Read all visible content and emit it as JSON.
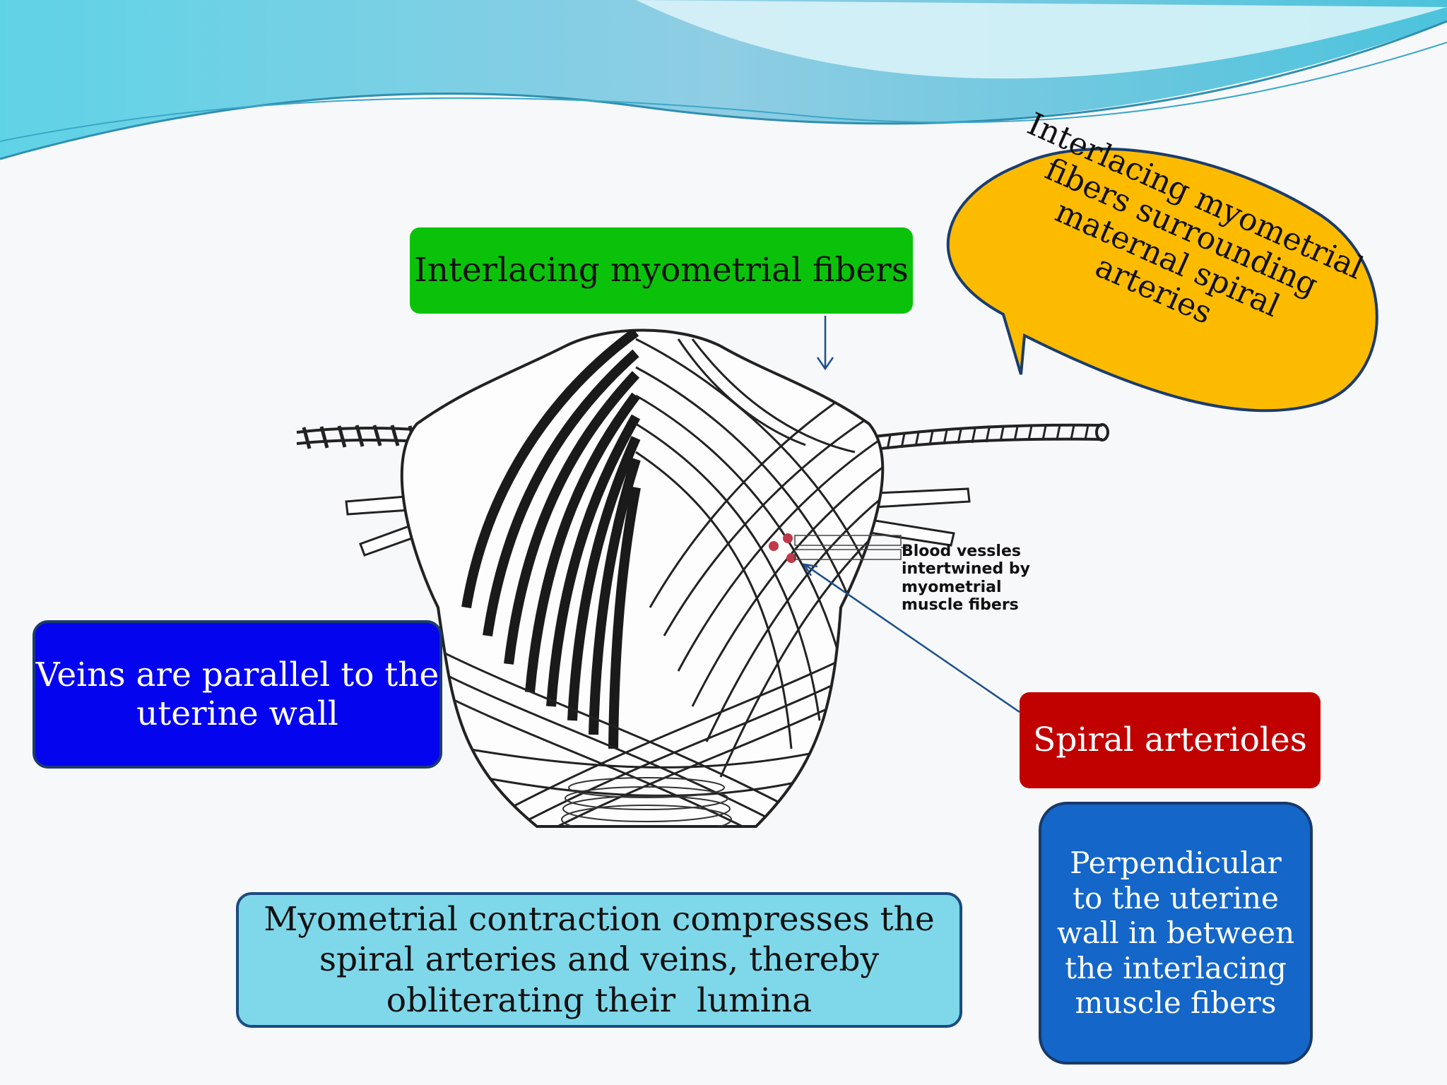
{
  "boxes": {
    "interlacing_fibers": "Interlacing myometrial fibers",
    "veins_parallel": "Veins are parallel to the uterine wall",
    "spiral_arterioles": "Spiral arterioles",
    "perpendicular": "Perpendicular to the uterine wall in between the interlacing muscle fibers",
    "contraction": "Myometrial contraction compresses the spiral arteries and veins, thereby obliterating their  lumina"
  },
  "callout": {
    "text": "Interlacing myometrial fibers surrounding maternal spiral arteries"
  },
  "illustration": {
    "vessels_label": "Blood vessles intertwined by myometrial muscle fibers"
  },
  "colors": {
    "green_box": "#0bc20b",
    "veins_box": "#0404ee",
    "spiral_box": "#c10000",
    "perpendicular_box": "#1466c8",
    "contraction_box": "#7fd8ea",
    "callout_fill": "#fdbb00"
  }
}
